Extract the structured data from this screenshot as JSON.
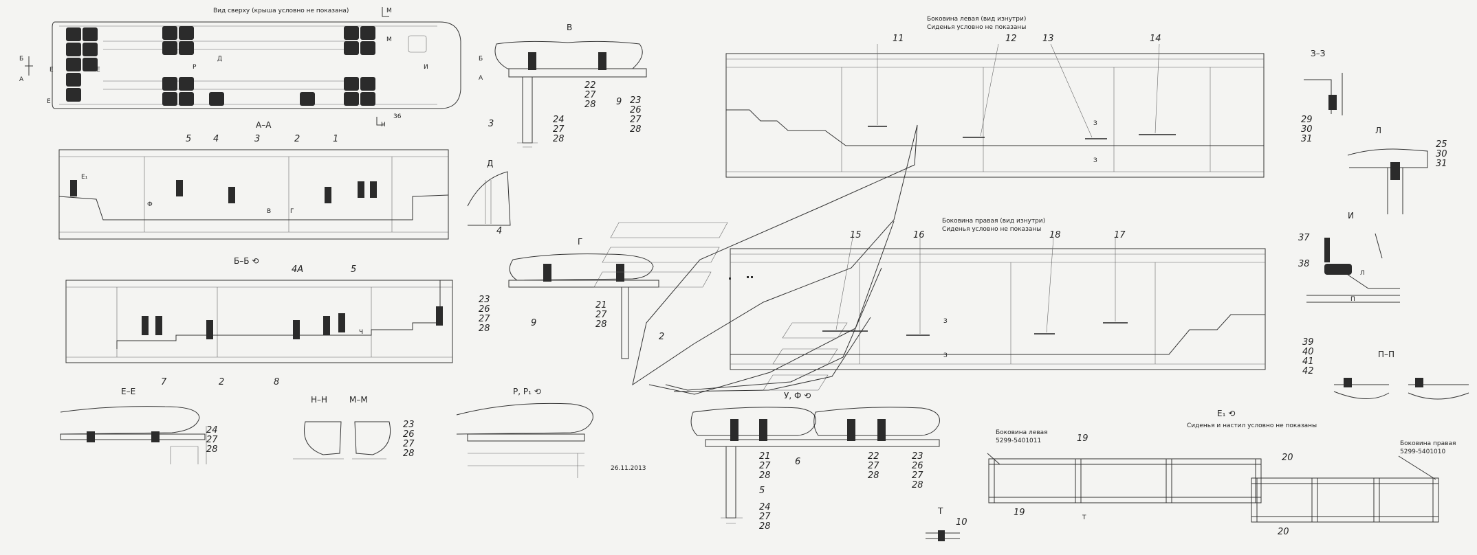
{
  "views": {
    "top_view": {
      "caption": "Вид сверху (крыша условно не показана)",
      "labels": {
        "b": "Б",
        "a": "А",
        "e1": "Е",
        "e2": "Е",
        "e3": "Е",
        "d": "Д",
        "r": "Р",
        "i": "И",
        "m1": "М",
        "m2": "М",
        "n": "Н",
        "n36": "36"
      }
    },
    "v": {
      "title": "В",
      "b": "Б",
      "a": "А",
      "parts": [
        "22",
        "27",
        "28",
        "9",
        "23",
        "26",
        "27",
        "28",
        "3",
        "24",
        "27",
        "28"
      ]
    },
    "d": {
      "title": "Д",
      "part": "4"
    },
    "aa": {
      "title": "А–А",
      "parts": [
        "5",
        "4",
        "3",
        "2",
        "1"
      ],
      "marks": {
        "e1": "Е₁",
        "f": "Ф",
        "v": "В",
        "g": "Г"
      }
    },
    "bb": {
      "title": "Б–Б ⟲",
      "parts": [
        "4А",
        "5",
        "7",
        "2",
        "8"
      ],
      "marks": {
        "ch": "Ч"
      }
    },
    "ee": {
      "title": "Е–Е",
      "parts": [
        "24",
        "27",
        "28"
      ]
    },
    "nn": {
      "title": "Н–Н"
    },
    "mm": {
      "title": "М–М",
      "parts": [
        "23",
        "26",
        "27",
        "28"
      ]
    },
    "rr": {
      "title": "Р, Р₁ ⟲"
    },
    "date": "26.11.2013",
    "g": {
      "title": "Г",
      "parts": [
        "23",
        "26",
        "27",
        "28",
        "9",
        "21",
        "27",
        "28",
        "2"
      ]
    },
    "left_panel": {
      "caption1": "Боковина левая (вид изнутри)",
      "caption2": "Сиденья условно не показаны",
      "parts": [
        "11",
        "12",
        "13",
        "14"
      ],
      "z1": "З",
      "z2": "З"
    },
    "right_panel": {
      "caption1": "Боковина правая (вид изнутри)",
      "caption2": "Сиденья условно не показаны",
      "parts": [
        "15",
        "16",
        "18",
        "17"
      ],
      "z1": "З",
      "z2": "З"
    },
    "uf": {
      "title": "У, Ф ⟲",
      "parts": [
        "21",
        "27",
        "28",
        "6",
        "22",
        "27",
        "28",
        "23",
        "26",
        "27",
        "28",
        "5",
        "24",
        "27",
        "28"
      ]
    },
    "t": {
      "title": "Т",
      "part": "10"
    },
    "e1": {
      "title": "Е₁ ⟲",
      "caption": "Сиденья и настил условно не показаны",
      "left": "Боковина левая",
      "left_code": "5299-5401011",
      "right": "Боковина правая",
      "right_code": "5299-5401010",
      "parts": [
        "19",
        "19",
        "20",
        "20"
      ],
      "t": "Т"
    },
    "zz": {
      "title": "З–З",
      "parts": [
        "29",
        "30",
        "31"
      ]
    },
    "l": {
      "title": "Л",
      "parts": [
        "25",
        "30",
        "31"
      ]
    },
    "i": {
      "title": "И",
      "parts": [
        "37",
        "38"
      ],
      "l": "Л",
      "p": "П"
    },
    "pp": {
      "title": "П–П",
      "parts": [
        "39",
        "40",
        "41",
        "42"
      ]
    }
  }
}
